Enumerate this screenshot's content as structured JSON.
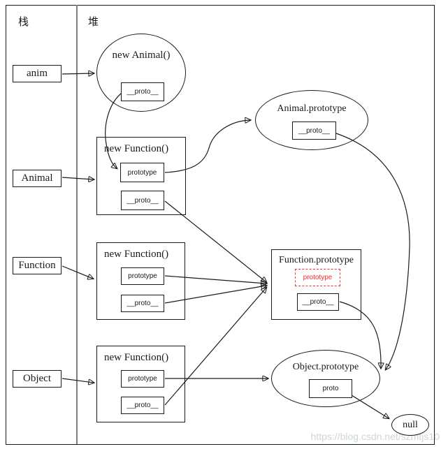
{
  "labels": {
    "stack": "栈",
    "heap": "堆"
  },
  "stack": {
    "items": [
      {
        "label": "anim"
      },
      {
        "label": "Animal"
      },
      {
        "label": "Function"
      },
      {
        "label": "Object"
      }
    ]
  },
  "heap": {
    "new_animal": {
      "title": "new Animal()",
      "proto": "__proto__"
    },
    "animal_prototype": {
      "title": "Animal.prototype",
      "proto": "__proto__"
    },
    "new_function_animal": {
      "title": "new Function()",
      "prototype": "prototype",
      "proto": "__proto__"
    },
    "new_function_function": {
      "title": "new Function()",
      "prototype": "prototype",
      "proto": "__proto__"
    },
    "new_function_object": {
      "title": "new Function()",
      "prototype": "prototype",
      "proto": "__proto__"
    },
    "function_prototype": {
      "title": "Function.prototype",
      "prototype": "prototype",
      "proto": "__proto__"
    },
    "object_prototype": {
      "title": "Object.prototype",
      "proto": "proto"
    },
    "null_node": {
      "label": "null"
    }
  },
  "watermark": {
    "text": "https://blog.csdn.net/szmtjs10"
  },
  "colors": {
    "line_black": "#1a1a1a",
    "divider_gray": "#808080",
    "highlight_red": "#ff2a2a",
    "watermark_gray": "#ccd6dd",
    "background": "#ffffff"
  }
}
